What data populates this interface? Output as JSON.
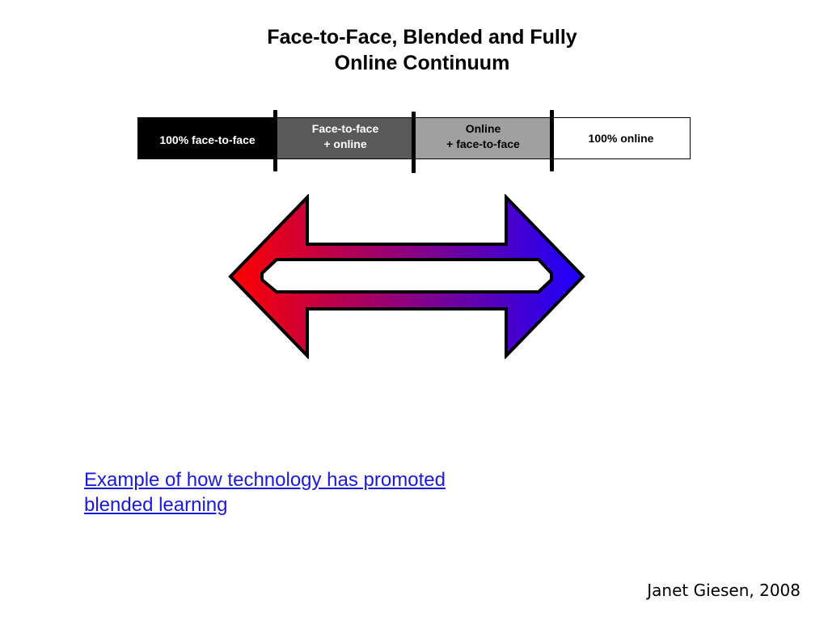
{
  "title": {
    "line1": "Face-to-Face, Blended and Fully",
    "line2": "Online Continuum"
  },
  "continuum": {
    "segments": [
      {
        "line1": "100% face-to-face",
        "line2": "",
        "fill": "#000000"
      },
      {
        "line1": "Face-to-face",
        "line2": "+ online",
        "fill": "#595959"
      },
      {
        "line1": "Online",
        "line2": "+ face-to-face",
        "fill": "#a0a0a0"
      },
      {
        "line1": "100% online",
        "line2": "",
        "fill": "#ffffff"
      }
    ]
  },
  "arrow": {
    "icon": "double-headed-arrow-icon",
    "gradient_start": "#ff0000",
    "gradient_end": "#1a00ff"
  },
  "link": {
    "line1": "Example of how technology has promoted",
    "line2": "blended learning",
    "color": "#1a1ad8"
  },
  "credit": "Janet Giesen, 2008"
}
